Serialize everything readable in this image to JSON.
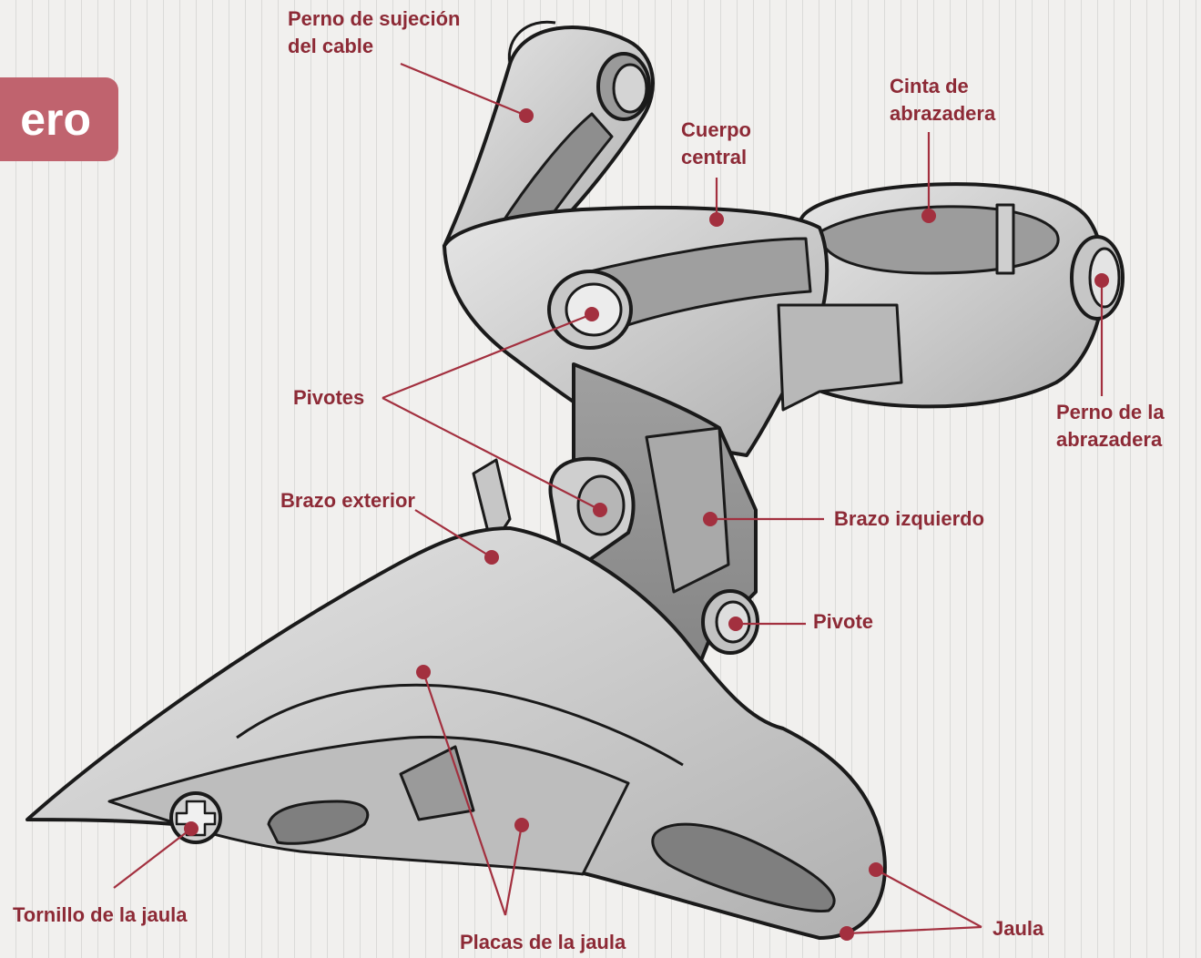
{
  "title_fragment": "ero",
  "labels": {
    "cable_bolt": [
      "Perno de sujeción",
      "del cable"
    ],
    "clamp_band": [
      "Cinta de",
      "abrazadera"
    ],
    "central_body": [
      "Cuerpo",
      "central"
    ],
    "pivots": "Pivotes",
    "clamp_bolt": [
      "Perno de la",
      "abrazadera"
    ],
    "outer_arm": "Brazo exterior",
    "left_arm": "Brazo izquierdo",
    "pivot": "Pivote",
    "cage_screw": "Tornillo de la jaula",
    "cage_plates": "Placas de la jaula",
    "cage": "Jaula"
  },
  "colors": {
    "accent": "#c0636e",
    "label_text": "#8d2a36",
    "leader_line": "#a3303f",
    "metal_light": "#d9d9d9",
    "metal_mid": "#b4b4b4",
    "metal_dark": "#8a8a8a",
    "outline": "#1a1a1a"
  }
}
